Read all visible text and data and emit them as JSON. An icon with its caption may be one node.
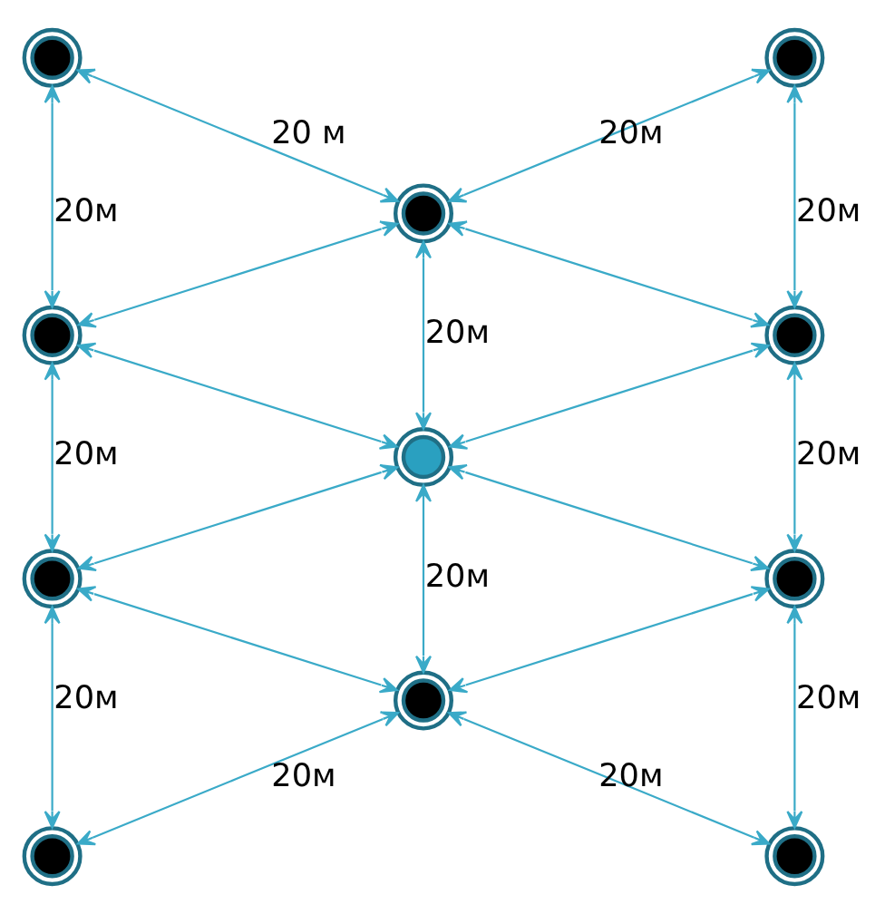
{
  "diagram": {
    "nodes": [
      {
        "text": [],
        "shape": "circle"
      },
      {
        "text": [],
        "shape": "circle"
      },
      {
        "text": [],
        "shape": "circle"
      },
      {
        "text": [],
        "shape": "circle"
      },
      {
        "text": [],
        "shape": "circle"
      },
      {
        "text": [],
        "shape": "circle"
      },
      {
        "text": [],
        "shape": "circle"
      },
      {
        "text": [],
        "shape": "circle"
      },
      {
        "text": [],
        "shape": "circle"
      },
      {
        "text": [],
        "shape": "circle"
      },
      {
        "text": [],
        "shape": "circle"
      }
    ],
    "edges": [
      {
        "from": 0,
        "to": 4,
        "arrow": "both",
        "label": "20 м"
      },
      {
        "from": 4,
        "to": 7,
        "arrow": "both",
        "label": "20м"
      },
      {
        "from": 0,
        "to": 1,
        "arrow": "both",
        "label": "20м"
      },
      {
        "from": 7,
        "to": 8,
        "arrow": "both",
        "label": "20м"
      },
      {
        "from": 1,
        "to": 4,
        "arrow": "both"
      },
      {
        "from": 4,
        "to": 8,
        "arrow": "both"
      },
      {
        "from": 4,
        "to": 5,
        "arrow": "both",
        "label": "20м"
      },
      {
        "from": 1,
        "to": 2,
        "arrow": "both",
        "label": "20м"
      },
      {
        "from": 8,
        "to": 9,
        "arrow": "both",
        "label": "20м"
      },
      {
        "from": 1,
        "to": 5,
        "arrow": "both"
      },
      {
        "from": 5,
        "to": 8,
        "arrow": "both"
      },
      {
        "from": 2,
        "to": 5,
        "arrow": "both"
      },
      {
        "from": 5,
        "to": 9,
        "arrow": "both"
      },
      {
        "from": 5,
        "to": 6,
        "arrow": "both",
        "label": "20м"
      },
      {
        "from": 2,
        "to": 6,
        "arrow": "both"
      },
      {
        "from": 6,
        "to": 9,
        "arrow": "both"
      },
      {
        "from": 2,
        "to": 3,
        "arrow": "both",
        "label": "20м"
      },
      {
        "from": 9,
        "to": 10,
        "arrow": "both",
        "label": "20м"
      },
      {
        "from": 3,
        "to": 6,
        "arrow": "both",
        "label": "20м"
      },
      {
        "from": 6,
        "to": 10,
        "arrow": "both",
        "label": "20м"
      }
    ]
  }
}
